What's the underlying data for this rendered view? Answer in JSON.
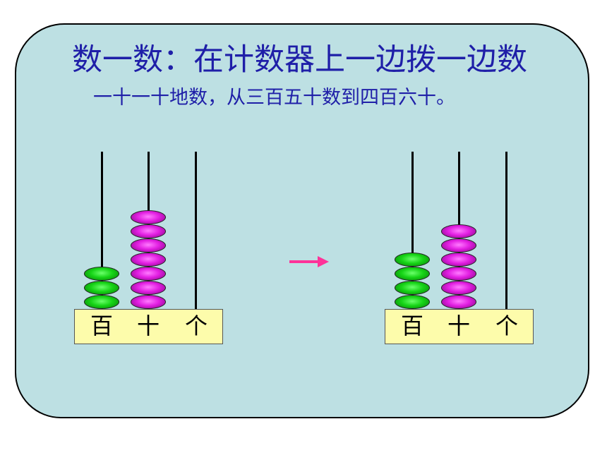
{
  "title": "数一数：在计数器上一边拨一边数",
  "subtitle": "一十一十地数，从三百五十数到四百六十。",
  "place_labels": {
    "hundreds": "百",
    "tens": "十",
    "ones": "个"
  },
  "abaci": [
    {
      "name": "start",
      "hundreds": 3,
      "tens": 7,
      "ones": 0
    },
    {
      "name": "end",
      "hundreds": 4,
      "tens": 6,
      "ones": 0
    }
  ],
  "colors": {
    "hundreds_bead": "#16d416",
    "tens_bead": "#e21ee2",
    "arrow": "#ff3399",
    "text": "#1f1fa8",
    "panel": "#bde0e3",
    "base": "#fdfcab"
  }
}
